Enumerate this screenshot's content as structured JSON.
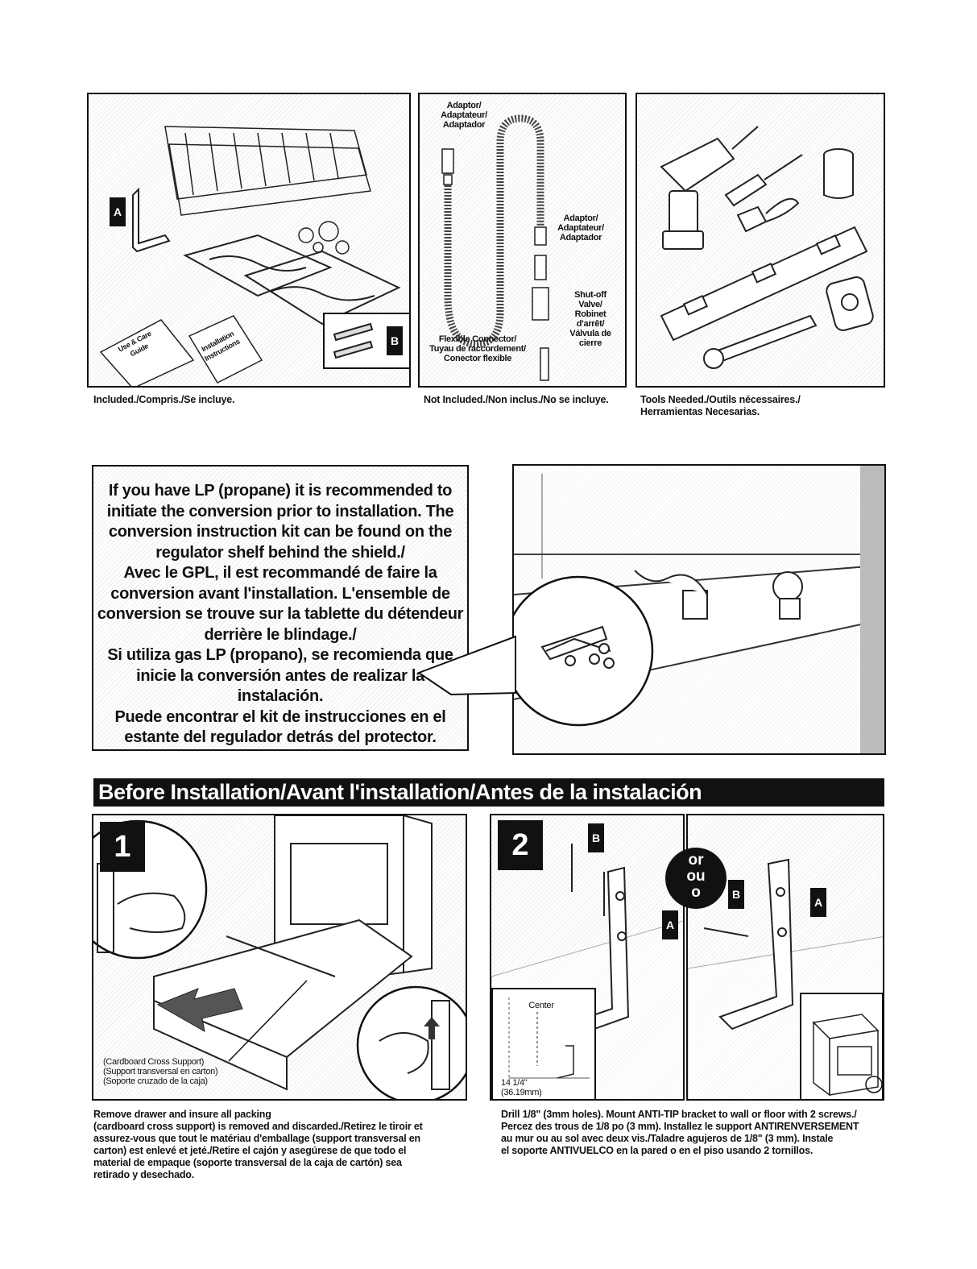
{
  "top": {
    "included": {
      "caption": "Included./Compris./Se incluye.",
      "booklet1": "Use & Care Guide",
      "booklet2": "Installation Instructions",
      "tag_a": "A",
      "tag_b": "B"
    },
    "not_included": {
      "caption": "Not Included./Non inclus./No se incluye.",
      "adaptor_top": [
        "Adaptor/",
        "Adaptateur/",
        "Adaptador"
      ],
      "adaptor_mid": [
        "Adaptor/",
        "Adaptateur/",
        "Adaptador"
      ],
      "valve": [
        "Shut-off",
        "Valve/",
        "Robinet",
        "d'arrêt/",
        "Válvula de",
        "cierre"
      ],
      "connector": [
        "Flexible Connector/",
        "Tuyau de raccordement/",
        "Conector flexible"
      ]
    },
    "tools": {
      "caption_line1": "Tools Needed./Outils nécessaires./",
      "caption_line2": "Herramientas Necesarias."
    }
  },
  "lp_notice": {
    "lines": [
      "If you have LP (propane) it is recommended to",
      "initiate the conversion prior to installation. The",
      "conversion instruction kit can be found on the",
      "regulator shelf behind the shield./",
      "Avec le GPL, il est recommandé de faire la",
      "conversion avant l'installation. L'ensemble de",
      "conversion se trouve sur la tablette du détendeur",
      "derrière le blindage./",
      "Si utiliza gas LP (propano), se recomienda que",
      "inicie la conversión antes de realizar la instalación.",
      "Puede encontrar el kit de instrucciones en el",
      "estante del regulador detrás del protector."
    ]
  },
  "banner": "Before Installation/Avant l'installation/Antes de la instalación",
  "step1": {
    "number": "1",
    "support_labels": [
      "(Cardboard Cross Support)",
      "(Support transversal en carton)",
      "(Soporte cruzado de la caja)"
    ],
    "caption": [
      "Remove drawer and insure all packing",
      "(cardboard cross support) is removed and discarded./Retirez le tiroir et",
      "assurez-vous que tout le matériau d'emballage (support transversal en",
      "carton) est enlevé et jeté./Retire el cajón y asegúrese de que todo el",
      "material de empaque (soporte transversal de la caja de cartón) sea",
      "retirado y desechado."
    ]
  },
  "step2": {
    "number": "2",
    "or_label": [
      "or",
      "ou",
      "o"
    ],
    "tag_a": "A",
    "tag_b": "B",
    "center_label": "Center",
    "dim_line1": "14 1/4\"",
    "dim_line2": "(36.19mm)",
    "caption": [
      "Drill 1/8\" (3mm holes). Mount ANTI-TIP bracket to wall or floor with 2 screws./",
      "Percez des trous de 1/8 po (3 mm). Installez le support ANTIRENVERSEMENT",
      "au mur ou au sol avec deux vis./Taladre agujeros de 1/8\" (3 mm). Instale",
      "el soporte ANTIVUELCO en la pared o en el piso usando 2 tornillos."
    ]
  }
}
